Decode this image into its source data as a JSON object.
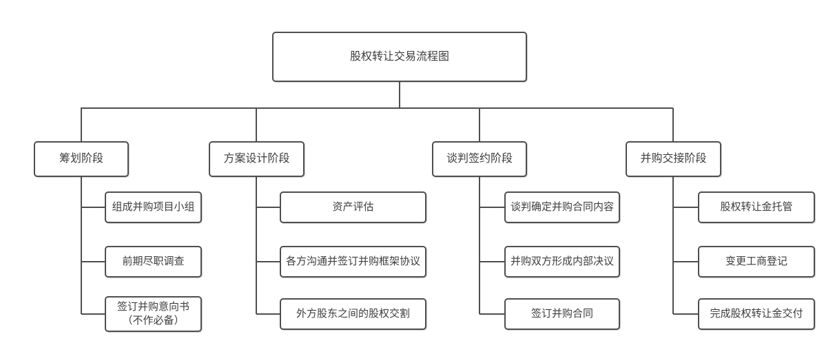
{
  "root": {
    "label": "股权转让交易流程图"
  },
  "stages": [
    {
      "label": "筹划阶段",
      "steps": [
        "组成并购项目小组",
        "前期尽职调查",
        "签订并购意向书\n（不作必备）"
      ]
    },
    {
      "label": "方案设计阶段",
      "steps": [
        "资产评估",
        "各方沟通并签订并购框架协议",
        "外方股东之间的股权交割"
      ]
    },
    {
      "label": "谈判签约阶段",
      "steps": [
        "谈判确定并购合同内容",
        "并购双方形成内部决议",
        "签订并购合同"
      ]
    },
    {
      "label": "并购交接阶段",
      "steps": [
        "股权转让金托管",
        "变更工商登记",
        "完成股权转让金交付"
      ]
    }
  ],
  "colors": {
    "box-border": "#4e4e4e",
    "box-bg": "#ffffff",
    "text": "#3d3d3d",
    "line": "#4e4e4e",
    "canvas-bg": "#ffffff"
  }
}
